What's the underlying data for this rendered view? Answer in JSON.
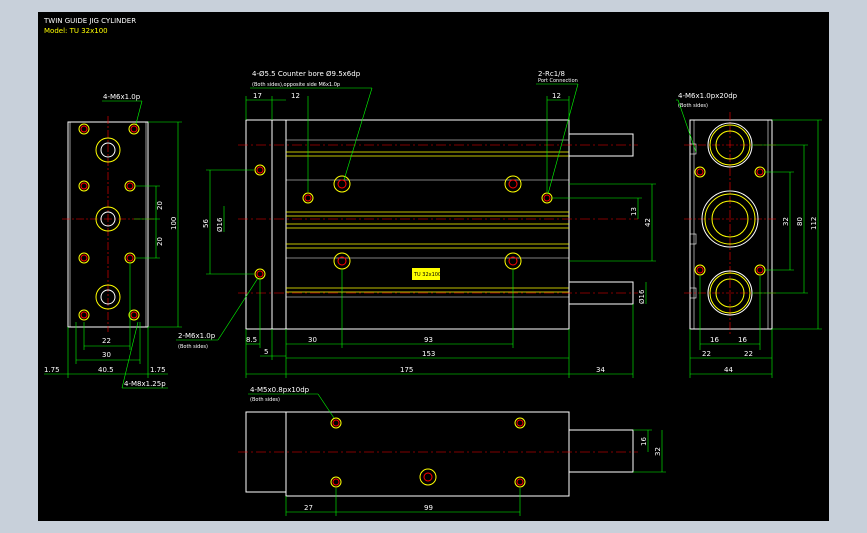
{
  "title_block": {
    "title": "TWIN GUIDE JIG CYLINDER",
    "model": "Model: TU 32x100"
  },
  "annotations": {
    "left_top_thread": "4-M6x1.0p",
    "left_bottom_thread": "4-M8x1.25p",
    "front_holes": "4-Ø5.5 Counter bore Ø9.5x6dp",
    "front_holes_note": "(Both sides),opposite side M6x1.0p",
    "port": "2-Rc1/8",
    "port_note": "Port Connection",
    "side_thread": "2-M6x1.0p",
    "side_thread_note": "(Both sides)",
    "right_thread": "4-M6x1.0px20dp",
    "right_thread_note": "(Both sides)",
    "bottom_thread": "4-M5x0.8px10dp",
    "bottom_thread_note": "(Both sides)",
    "nameplate": "TU 32x100"
  },
  "dimensions": {
    "left_view": {
      "d20a": "20",
      "d20b": "20",
      "d100": "100",
      "d22": "22",
      "d30": "30",
      "d175a": "1.75",
      "d405": "40.5",
      "d175b": "1.75"
    },
    "front_view": {
      "d17": "17",
      "d12a": "12",
      "d12b": "12",
      "d56": "56",
      "d16": "Ø16",
      "d13": "13",
      "d42": "42",
      "d16b": "Ø16",
      "d85": "8.5",
      "d5": "5",
      "d30": "30",
      "d93": "93",
      "d153": "153",
      "d175": "175",
      "d34": "34"
    },
    "right_view": {
      "d32": "32",
      "d80": "80",
      "d112": "112",
      "d16a": "16",
      "d16b": "16",
      "d22a": "22",
      "d22b": "22",
      "d44": "44"
    },
    "bottom_view": {
      "d16": "16",
      "d32": "32",
      "d27": "27",
      "d99": "99"
    }
  },
  "colors": {
    "outline": "#ffffff",
    "yellow": "#ffff00",
    "green": "#00ff00",
    "red": "#ff0000",
    "background": "#000000"
  }
}
